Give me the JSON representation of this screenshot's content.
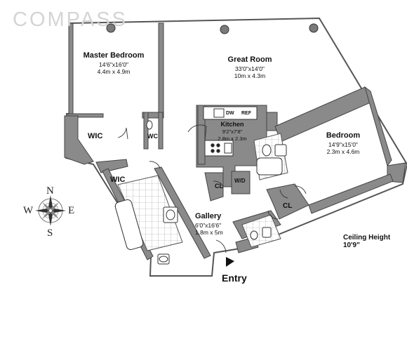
{
  "brand": {
    "logo_text": "COMPASS"
  },
  "rooms": {
    "master_bedroom": {
      "name": "Master Bedroom",
      "dim_imperial": "14'6\"x16'0\"",
      "dim_metric": "4.4m x 4.9m"
    },
    "great_room": {
      "name": "Great Room",
      "dim_imperial": "33'0\"x14'0\"",
      "dim_metric": "10m x 4.3m"
    },
    "kitchen": {
      "name": "Kitchen",
      "dim_imperial": "9'2\"x7'8\"",
      "dim_metric": "2.8m x 2.3m"
    },
    "bedroom": {
      "name": "Bedroom",
      "dim_imperial": "14'9\"x15'0\"",
      "dim_metric": "2.3m x 4.6m"
    },
    "gallery": {
      "name": "Gallery",
      "dim_imperial": "6'0\"x16'6\"",
      "dim_metric": "1.8m x 5m"
    }
  },
  "fixtures": {
    "wic_1": "WIC",
    "wic_2": "WIC",
    "wc": "WC",
    "cl_1": "CL",
    "cl_2": "CL",
    "wd": "W/D",
    "dw": "DW",
    "ref": "REF"
  },
  "compass": {
    "n": "N",
    "s": "S",
    "e": "E",
    "w": "W"
  },
  "notes": {
    "ceiling_height": "Ceiling Height 10'9\"",
    "entry": "Entry"
  }
}
